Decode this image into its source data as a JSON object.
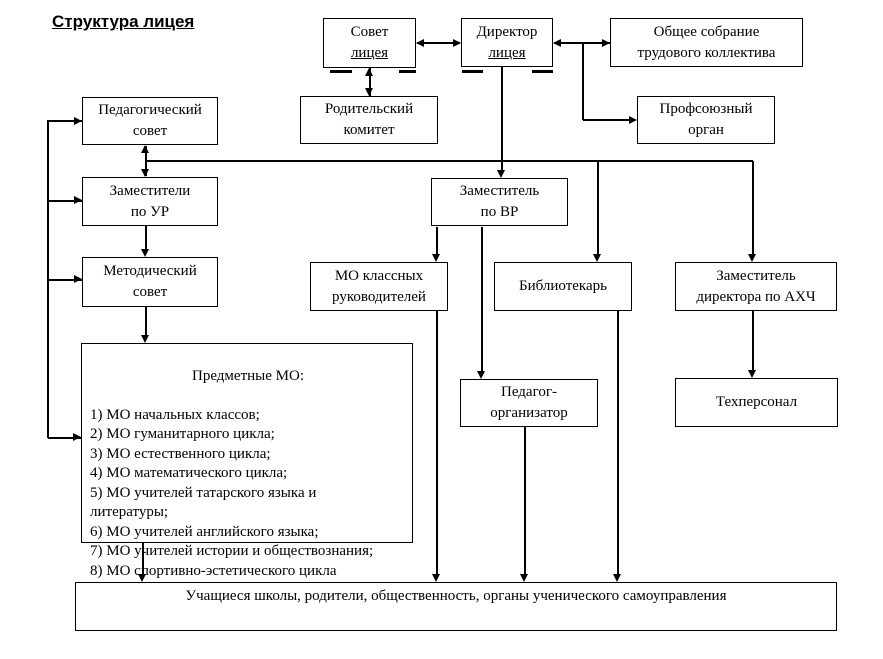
{
  "title": "Структура лицея",
  "colors": {
    "line": "#000000",
    "text": "#000000",
    "background": "#ffffff"
  },
  "nodes": {
    "sovet_litseya": {
      "line1": "Совет",
      "line2": "лицея"
    },
    "direktor_litseya": {
      "line1": "Директор",
      "line2": "лицея"
    },
    "obshchee_sobranie": {
      "label": "Общее собрание\nтрудового коллектива"
    },
    "roditelskiy_komitet": {
      "label": "Родительский\nкомитет"
    },
    "profsoyuznyy_organ": {
      "label": "Профсоюзный\nорган"
    },
    "pedagogicheskiy_sovet": {
      "label": "Педагогический\nсовет"
    },
    "zamestiteli_po_ur": {
      "label": "Заместители\nпо УР"
    },
    "zamestitel_po_vr": {
      "label": "Заместитель\nпо ВР"
    },
    "metodicheskiy_sovet": {
      "label": "Методический\nсовет"
    },
    "mo_klassnykh_rukovoditeley": {
      "label": "МО классных\nруководителей"
    },
    "bibliotekar": {
      "label": "Библиотекарь"
    },
    "zamestitel_direktora_po_ahch": {
      "label": "Заместитель\nдиректора по АХЧ"
    },
    "predmetnye_mo": {
      "heading": "Предметные МО:",
      "items": [
        "1) МО начальных классов;",
        "2) МО гуманитарного цикла;",
        "3) МО естественного цикла;",
        "4) МО математического цикла;",
        "5) МО учителей татарского языка и\nлитературы;",
        "6) МО учителей английского языка;",
        "7) МО учителей истории и обществознания;",
        "8) МО спортивно-эстетического цикла"
      ]
    },
    "pedagog_organizator": {
      "label": "Педагог-\nорганизатор"
    },
    "tehpersonal": {
      "label": "Техперсонал"
    },
    "uchashchiesya": {
      "label": "Учащиеся школы, родители, общественность, органы ученического самоуправления"
    }
  }
}
